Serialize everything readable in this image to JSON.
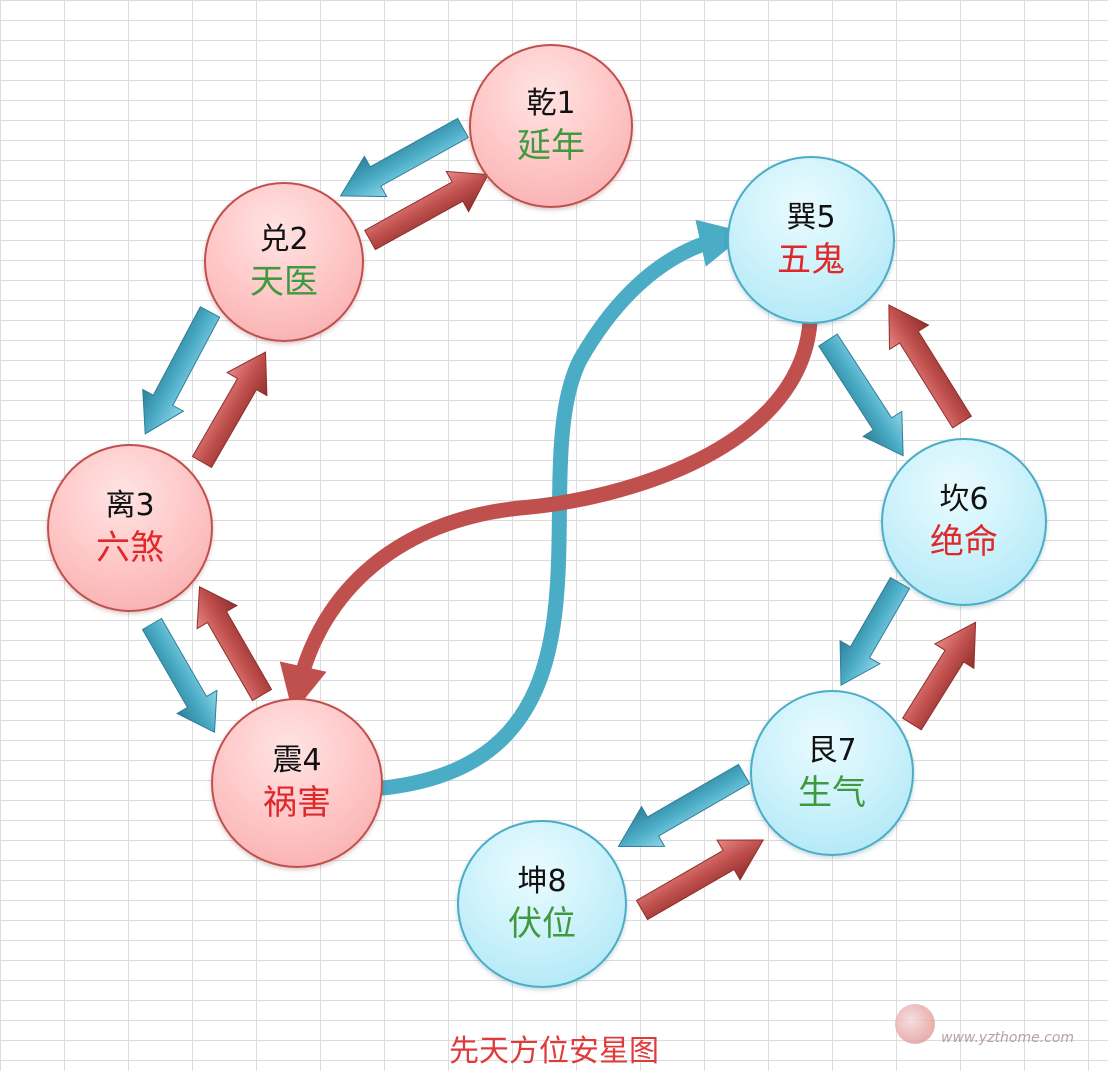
{
  "title": "先天方位安星图",
  "watermark": "www.yzthome.com",
  "colors": {
    "red_node_fill": "#ffc9c9",
    "blue_node_fill": "#cdf2fb",
    "auspicious_text": "#3f9a3f",
    "inauspicious_text": "#e0282a",
    "red_arrow": "#c0504d",
    "blue_arrow": "#4bacc6",
    "title_text": "#e03a3a"
  },
  "nodes": [
    {
      "id": "qian",
      "name": "乾1",
      "star": "延年",
      "group": "red",
      "auspicious": true
    },
    {
      "id": "dui",
      "name": "兑2",
      "star": "天医",
      "group": "red",
      "auspicious": true
    },
    {
      "id": "li",
      "name": "离3",
      "star": "六煞",
      "group": "red",
      "auspicious": false
    },
    {
      "id": "zhen",
      "name": "震4",
      "star": "祸害",
      "group": "red",
      "auspicious": false
    },
    {
      "id": "xun",
      "name": "巽5",
      "star": "五鬼",
      "group": "blue",
      "auspicious": false
    },
    {
      "id": "kan",
      "name": "坎6",
      "star": "绝命",
      "group": "blue",
      "auspicious": false
    },
    {
      "id": "gen",
      "name": "艮7",
      "star": "生气",
      "group": "blue",
      "auspicious": true
    },
    {
      "id": "kun",
      "name": "坤8",
      "star": "伏位",
      "group": "blue",
      "auspicious": true
    }
  ],
  "edges": [
    {
      "from": "qian",
      "to": "dui",
      "color": "blue"
    },
    {
      "from": "dui",
      "to": "qian",
      "color": "red"
    },
    {
      "from": "dui",
      "to": "li",
      "color": "blue"
    },
    {
      "from": "li",
      "to": "dui",
      "color": "red"
    },
    {
      "from": "li",
      "to": "zhen",
      "color": "blue"
    },
    {
      "from": "zhen",
      "to": "li",
      "color": "red"
    },
    {
      "from": "zhen",
      "to": "xun",
      "color": "blue",
      "curved": true
    },
    {
      "from": "xun",
      "to": "zhen",
      "color": "red",
      "curved": true
    },
    {
      "from": "xun",
      "to": "kan",
      "color": "blue"
    },
    {
      "from": "kan",
      "to": "xun",
      "color": "red"
    },
    {
      "from": "kan",
      "to": "gen",
      "color": "blue"
    },
    {
      "from": "gen",
      "to": "kan",
      "color": "red"
    },
    {
      "from": "gen",
      "to": "kun",
      "color": "blue"
    },
    {
      "from": "kun",
      "to": "gen",
      "color": "red"
    }
  ]
}
